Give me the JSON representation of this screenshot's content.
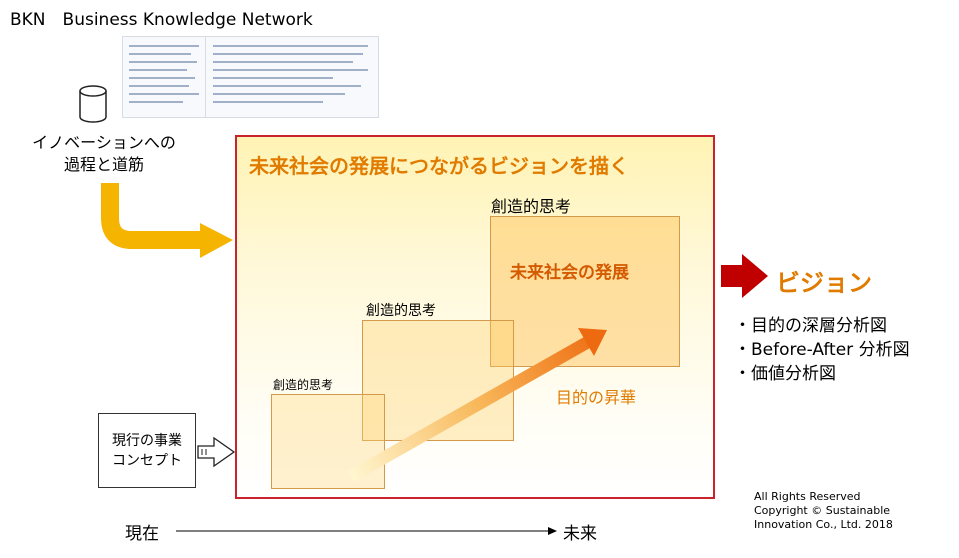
{
  "header": {
    "title": "BKN　Business Knowledge Network"
  },
  "left": {
    "label_line1": "イノベーションへの",
    "label_line2": "過程と道筋"
  },
  "frame": {
    "title": "未来社会の発展につながるビジョンを描く"
  },
  "stages": {
    "stage1_label": "創造的思考",
    "stage2_label": "創造的思考",
    "stage3_label": "創造的思考",
    "future_label": "未来社会の発展",
    "sublime_label": "目的の昇華"
  },
  "output": {
    "vision_label": "ビジョン",
    "items": [
      "・目的の深層分析図",
      "・Before-After 分析図",
      "・価値分析図"
    ]
  },
  "concept": {
    "line1": "現行の事業",
    "line2": "コンセプト"
  },
  "axis": {
    "now": "現在",
    "future": "未来"
  },
  "footer": {
    "line1": "All Rights Reserved",
    "line2": "Copyright © Sustainable",
    "line3": "Innovation Co., Ltd.  2018"
  },
  "colors": {
    "frame_border": "#c9242d",
    "title_orange": "#e07b00",
    "vision_arrow": "#c00000",
    "flow_arrow": "#f5b400"
  },
  "icons": {
    "database": "database-icon",
    "document_thumbnail": "document-thumbnail"
  }
}
